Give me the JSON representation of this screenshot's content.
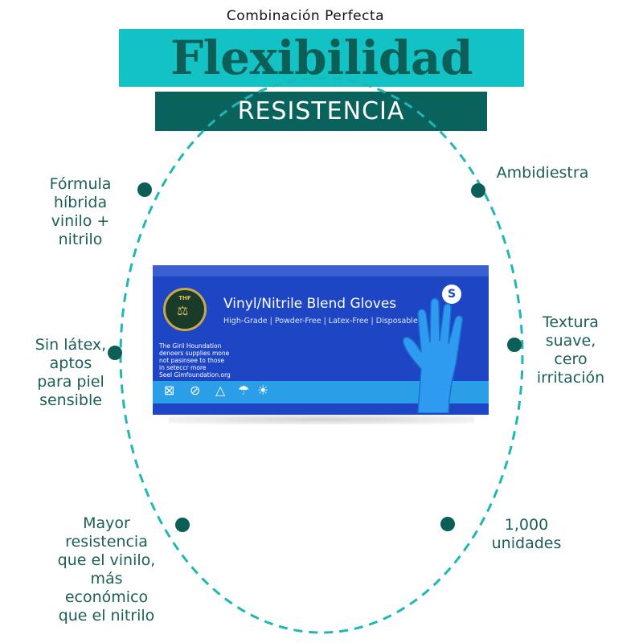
{
  "header": {
    "subtitle": "Combinación Perfecta",
    "title": "Flexibilidad",
    "banner": "RESISTENCIA"
  },
  "features": {
    "left_top": [
      "Fórmula",
      "híbrida",
      "vinilo +",
      "nitrilo"
    ],
    "left_middle": [
      "Sin látex,",
      "aptos",
      "para piel",
      "sensible"
    ],
    "left_bottom": [
      "Mayor",
      "resistencia",
      "que el vinilo,",
      "más",
      "económico",
      "que el nitrilo"
    ],
    "right_top": [
      "Ambidiestra"
    ],
    "right_middle": [
      "Textura",
      "suave,",
      "cero",
      "irritación"
    ],
    "right_bottom": [
      "1,000",
      "unidades"
    ]
  },
  "product": {
    "name": "Vinyl/Nitrile Blend Gloves",
    "tagline": "High-Grade | Powder-Free | Latex-Free | Disposable",
    "size": "S",
    "logo_text": "THF",
    "foundation_lines": [
      "The Giril Houndation",
      "denoers supplies mone",
      "not pasinsee to those",
      "in seteccr more",
      "Seel Gimfoundation.org"
    ],
    "symbols": [
      "no-reuse-icon",
      "no-latex-icon",
      "warning-icon",
      "keep-dry-icon",
      "sun-protect-icon"
    ]
  },
  "colors": {
    "teal_band": "#12c2c4",
    "dark_teal": "#0c5f57",
    "oval_dash": "#1fb7b5",
    "box_blue": "#1e46c4"
  }
}
